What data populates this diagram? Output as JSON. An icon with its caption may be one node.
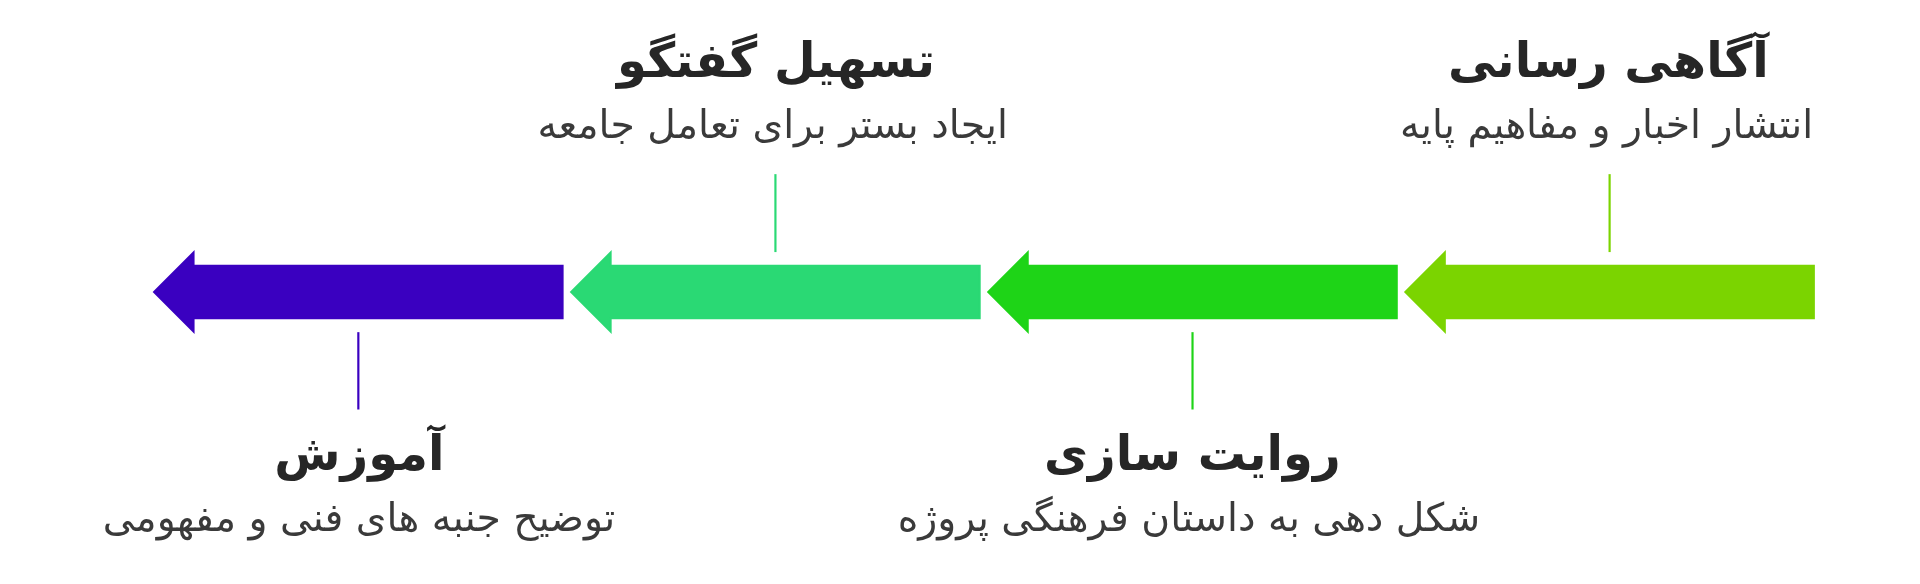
{
  "diagram": {
    "nodes": [
      {
        "text": [
          "آگاهی رسانی",
          "انتشار اخبار و مفاهیم پایه"
        ]
      },
      {
        "text": [
          "تسهیل گفتگو",
          "ایجاد بستر برای تعامل جامعه"
        ]
      },
      {
        "text": [
          "روایت سازی",
          "شکل دهی به داستان فرهنگی پروژه"
        ]
      },
      {
        "text": [
          "آموزش",
          "توضیح جنبه های فنی و مفهومی"
        ]
      },
      {
        "text": [],
        "shape": "arrow"
      },
      {
        "text": [],
        "shape": "arrow"
      },
      {
        "text": [],
        "shape": "arrow"
      },
      {
        "text": [],
        "shape": "arrow"
      }
    ],
    "edges": [
      {
        "from": 0,
        "to": 7,
        "arrow": "none",
        "color": "#7bd400"
      },
      {
        "from": 1,
        "to": 5,
        "arrow": "none",
        "color": "#2ad974"
      },
      {
        "from": 2,
        "to": 6,
        "arrow": "none",
        "color": "#1ed417"
      },
      {
        "from": 3,
        "to": 4,
        "arrow": "none",
        "color": "#3a00c0"
      }
    ]
  }
}
